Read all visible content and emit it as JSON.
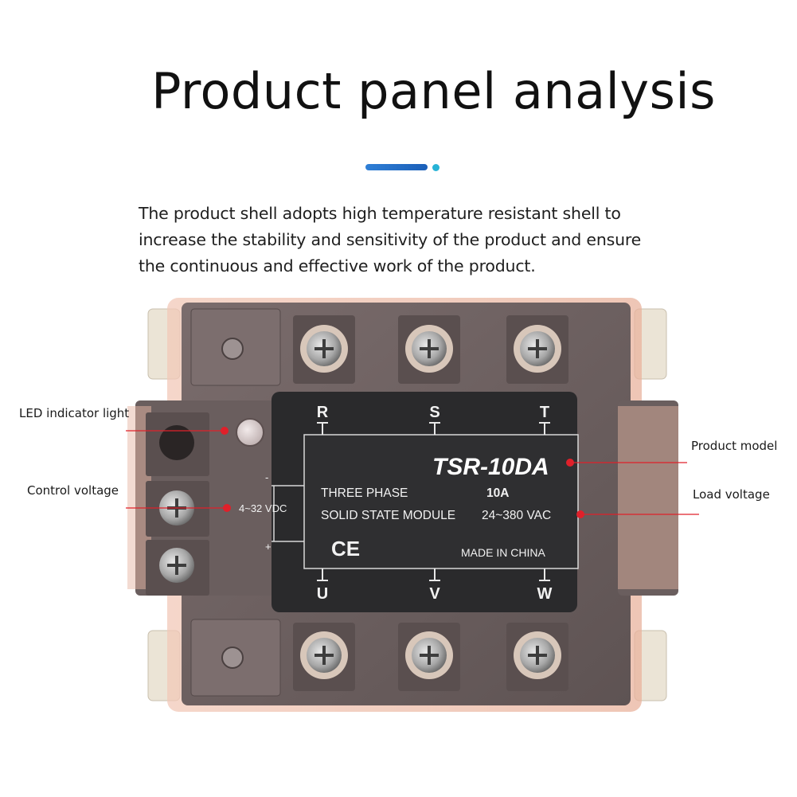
{
  "header": {
    "title": "Product panel analysis",
    "description": "The product shell adopts high temperature resistant shell to increase the stability and sensitivity of the product and ensure the continuous and effective work of the product."
  },
  "callouts": {
    "led": "LED indicator light",
    "control": "Control voltage",
    "model": "Product model",
    "load": "Load voltage"
  },
  "label": {
    "terminals_top": [
      "R",
      "S",
      "T"
    ],
    "terminals_bottom": [
      "U",
      "V",
      "W"
    ],
    "model": "TSR-10DA",
    "line1": "THREE  PHASE",
    "current": "10A",
    "line2": "SOLID STATE  MODULE",
    "load_voltage": "24~380 VAC",
    "control_voltage": "4~32 VDC",
    "plus": "+",
    "minus": "-",
    "ce": "CE",
    "origin": "MADE IN CHINA"
  },
  "colors": {
    "accent_blue": "#1b5fb8",
    "accent_cyan": "#27b3d6",
    "callout_red": "#e0202a",
    "housing": "#6e6262",
    "label_bg": "#2a2a2c"
  }
}
